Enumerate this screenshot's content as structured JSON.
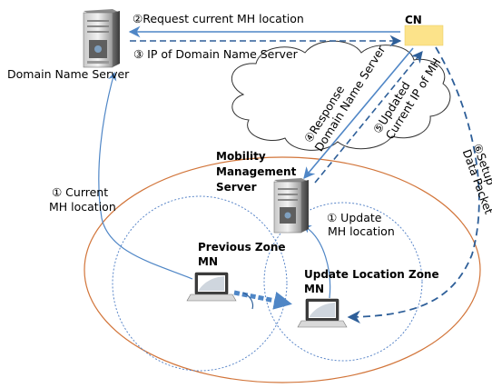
{
  "nodes": {
    "dns_label": "Domain Name Server",
    "cn_label": "CN",
    "mms_label_1": "Mobility",
    "mms_label_2": "Management",
    "mms_label_3": "Server",
    "prev_zone_1": "Previous Zone",
    "prev_zone_2": "MN",
    "update_zone_1": "Update Location Zone",
    "update_zone_2": "MN"
  },
  "edges": {
    "e2": "②Request current MH location",
    "e3": "③ IP of Domain Name Server",
    "e1_line1": "① Current",
    "e1_line2": "MH location",
    "e4_line1": "④Response",
    "e4_line2": "Domain Name Server",
    "e5_line1": "⑤Updated",
    "e5_line2": "Current IP of MH",
    "e6_line1": "⑥Setup",
    "e6_line2": "Data Packet",
    "e1b_line1": "① Update",
    "e1b_line2": "MH location"
  },
  "colors": {
    "arrow": "#4F86C6",
    "dash": "#2E5F99",
    "orange": "#D2753A",
    "cn_fill": "#FCE38A",
    "zone": "#5B87C9"
  }
}
